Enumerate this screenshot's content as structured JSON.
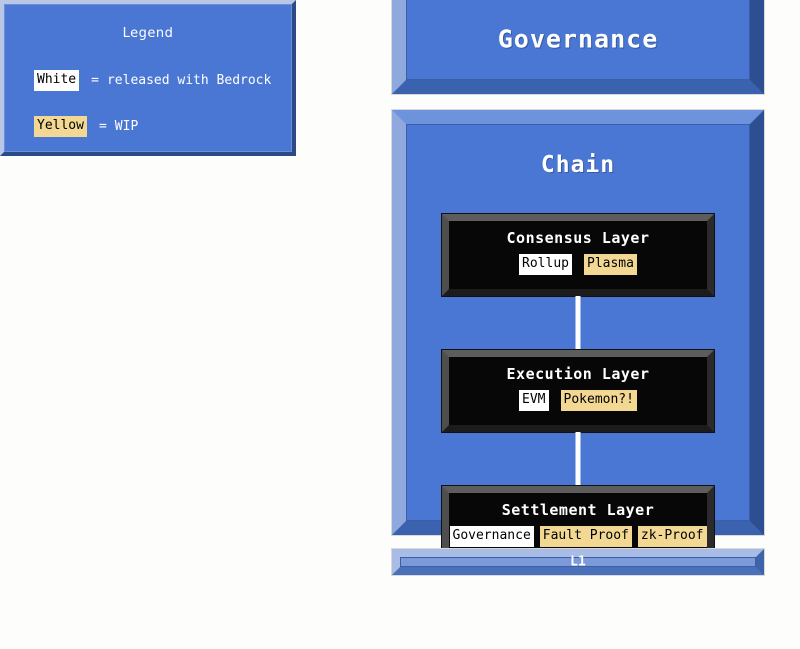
{
  "legend": {
    "title": "Legend",
    "rows": [
      {
        "tag": "White",
        "tag_style": "white",
        "equals": "=",
        "description": "released with Bedrock"
      },
      {
        "tag": "Yellow",
        "tag_style": "yellow",
        "equals": "=",
        "description": "WIP"
      }
    ]
  },
  "colors": {
    "panel_blue": "#4a77d4",
    "bevel_light": "#8fa8dd",
    "bevel_dark": "#2d4f91",
    "layer_black": "#070707",
    "tag_white": "#ffffff",
    "tag_yellow": "#f3d894",
    "connector_white": "#ffffff",
    "l1_blue": "#7c9ad9"
  },
  "stack": {
    "governance": {
      "label": "Governance"
    },
    "chain": {
      "label": "Chain",
      "layers": [
        {
          "title": "Consensus Layer",
          "tags": [
            {
              "label": "Rollup",
              "style": "white"
            },
            {
              "label": "Plasma",
              "style": "yellow"
            }
          ]
        },
        {
          "title": "Execution Layer",
          "tags": [
            {
              "label": "EVM",
              "style": "white"
            },
            {
              "label": "Pokemon?!",
              "style": "yellow"
            }
          ]
        },
        {
          "title": "Settlement Layer",
          "tags": [
            {
              "label": "Governance",
              "style": "white"
            },
            {
              "label": "Fault Proof",
              "style": "yellow"
            },
            {
              "label": "zk-Proof",
              "style": "yellow"
            }
          ]
        }
      ]
    },
    "l1": {
      "label": "L1"
    }
  }
}
